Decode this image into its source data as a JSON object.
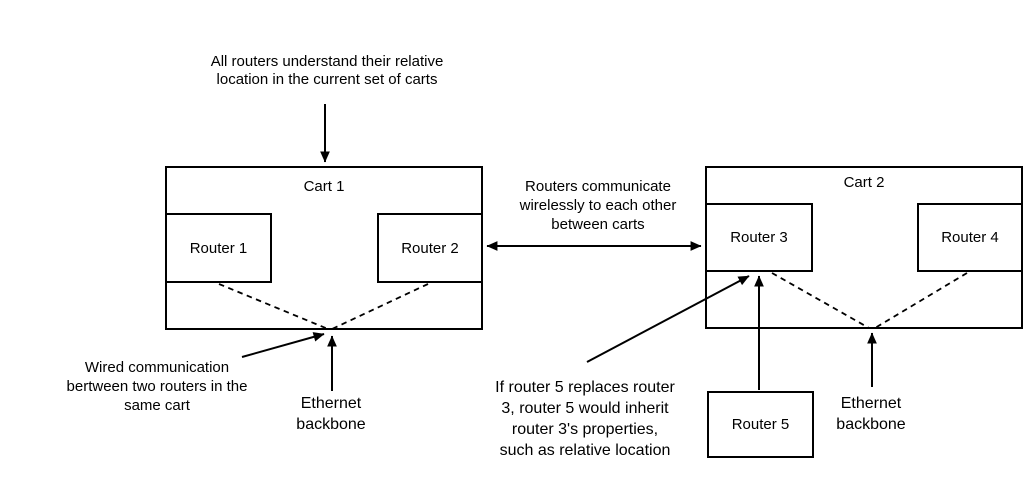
{
  "colors": {
    "background": "#ffffff",
    "line": "#000000",
    "text": "#000000"
  },
  "carts": [
    {
      "label": "Cart 1",
      "routers": [
        {
          "label": "Router 1"
        },
        {
          "label": "Router 2"
        }
      ]
    },
    {
      "label": "Cart 2",
      "routers": [
        {
          "label": "Router 3"
        },
        {
          "label": "Router 4"
        }
      ]
    }
  ],
  "spare_router": {
    "label": "Router 5"
  },
  "annotations": {
    "relative_location": "All routers understand their relative\nlocation in the current set of carts",
    "wireless_between_carts": "Routers communicate\nwirelessly to each other\nbetween carts",
    "wired_same_cart": "Wired communication\nbertween two routers in the\nsame cart",
    "ethernet_backbone_cart1": "Ethernet\nbackbone",
    "router5_replacement": "If router 5 replaces router\n3, router 5 would inherit\nrouter 3's properties,\nsuch as relative location",
    "ethernet_backbone_cart2": "Ethernet\nbackbone"
  }
}
